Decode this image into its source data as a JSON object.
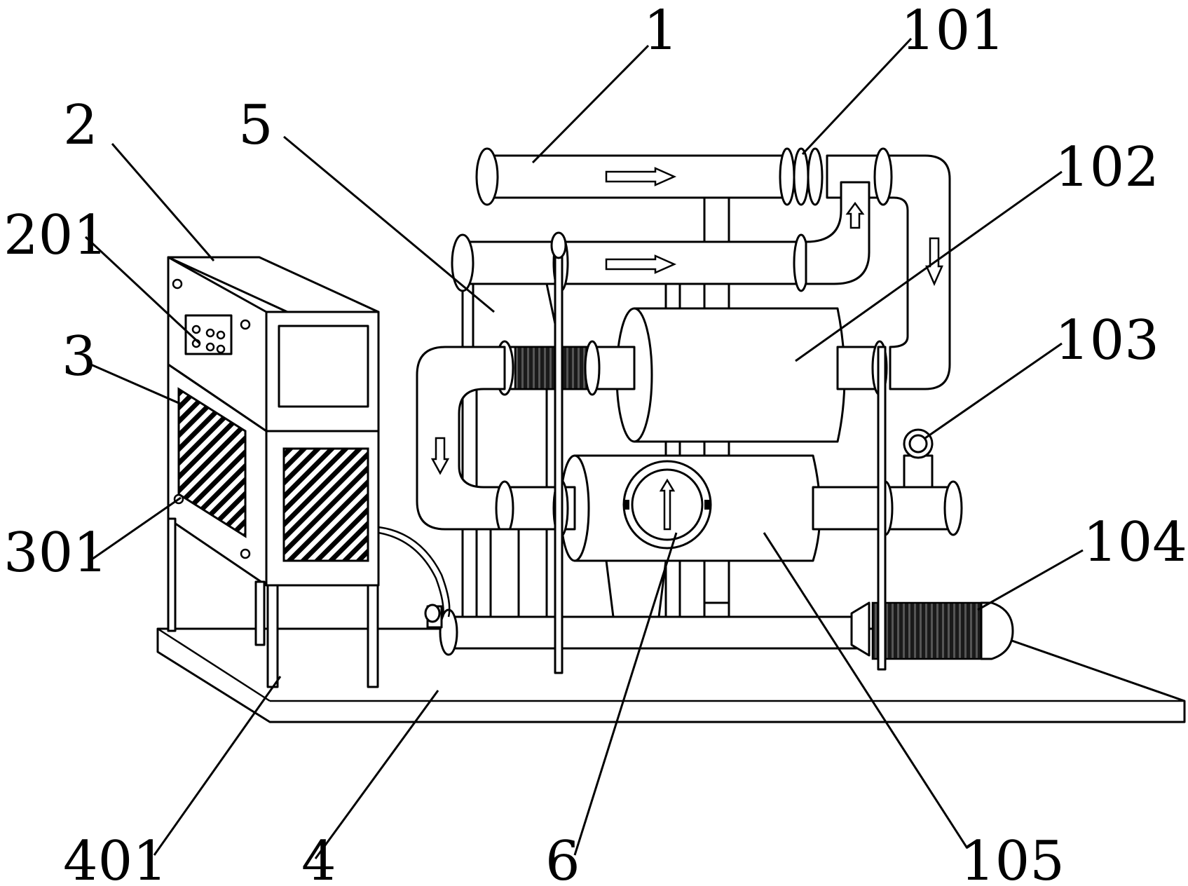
{
  "callouts": {
    "c1": "1",
    "c101": "101",
    "c2": "2",
    "c5": "5",
    "c102": "102",
    "c201": "201",
    "c3": "3",
    "c103": "103",
    "c301": "301",
    "c104": "104",
    "c401": "401",
    "c4": "4",
    "c6": "6",
    "c105": "105"
  },
  "colors": {
    "line": "#000000",
    "background": "#ffffff"
  }
}
